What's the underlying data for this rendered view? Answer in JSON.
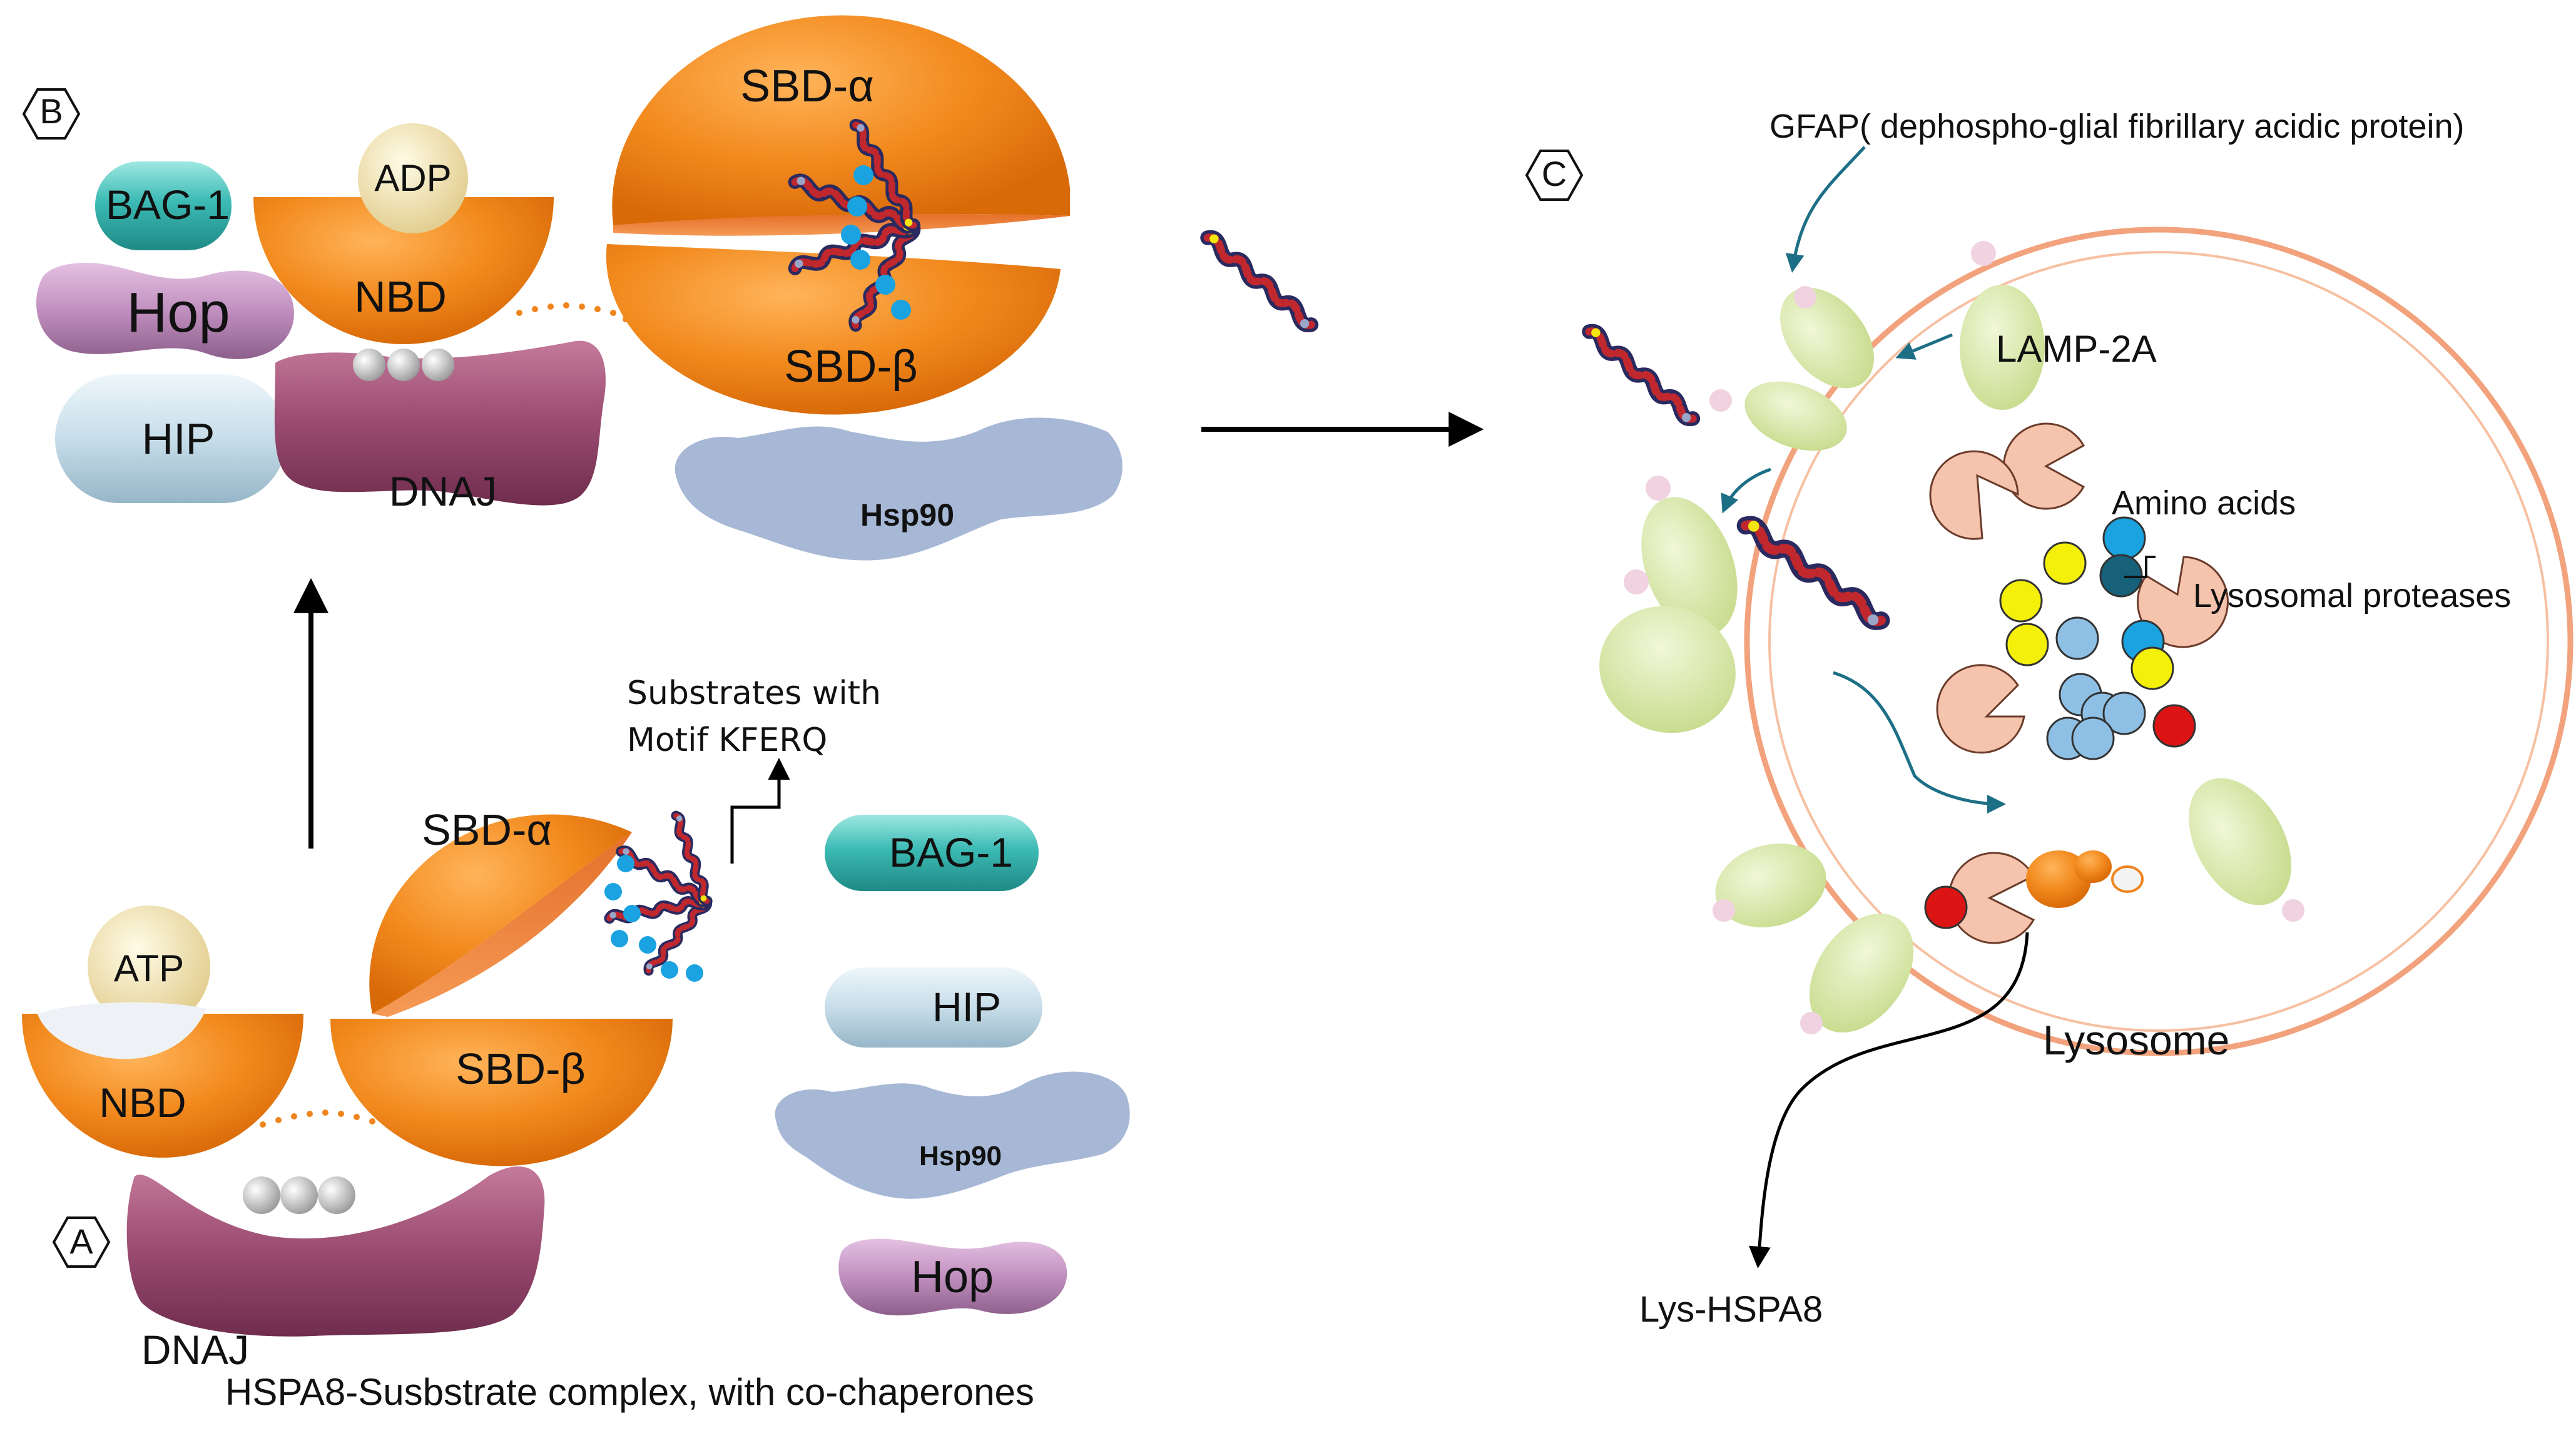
{
  "panels": {
    "a": {
      "tag": "A",
      "caption": "HSPA8-Susbstrate complex, with co-chaperones"
    },
    "b": {
      "tag": "B"
    },
    "c": {
      "tag": "C"
    }
  },
  "panel_a": {
    "atp": "ATP",
    "nbd": "NBD",
    "sbd_alpha": "SBD-α",
    "sbd_beta": "SBD-β",
    "dnaj": "DNAJ",
    "substrates_line1": "Substrates with",
    "substrates_line2": "Motif KFERQ",
    "bag1": "BAG-1",
    "hip": "HIP",
    "hsp90": "Hsp90",
    "hop": "Hop"
  },
  "panel_b": {
    "bag1": "BAG-1",
    "adp": "ADP",
    "hop": "Hop",
    "nbd": "NBD",
    "hip": "HIP",
    "dnaj": "DNAJ",
    "sbd_alpha": "SBD-α",
    "sbd_beta": "SBD-β",
    "hsp90": "Hsp90"
  },
  "panel_c": {
    "gfap": "GFAP( dephospho-glial fibrillary acidic protein)",
    "lamp2a": "LAMP-2A",
    "amino_acids": "Amino acids",
    "lysosomal_proteases": "Lysosomal proteases",
    "lysosome": "Lysosome",
    "lys_hspa8": "Lys-HSPA8"
  },
  "colors": {
    "orange": "#f0841e",
    "orange_dark": "#c85f08",
    "dnaj": "#9b4f72",
    "bag1": "#38b9b4",
    "hip": "#cfe2ec",
    "hop": "#c08fbf",
    "hsp90": "#a7b8d6",
    "atp": "#f2e4b6",
    "membrane": "#f2a27c",
    "lamp": "#dbe8b0",
    "protease": "#f6c4ad",
    "aa_blue": "#8ec0e6",
    "aa_yellow": "#f5f00a",
    "aa_red": "#dc1414",
    "arrow_teal": "#1d6f86"
  }
}
